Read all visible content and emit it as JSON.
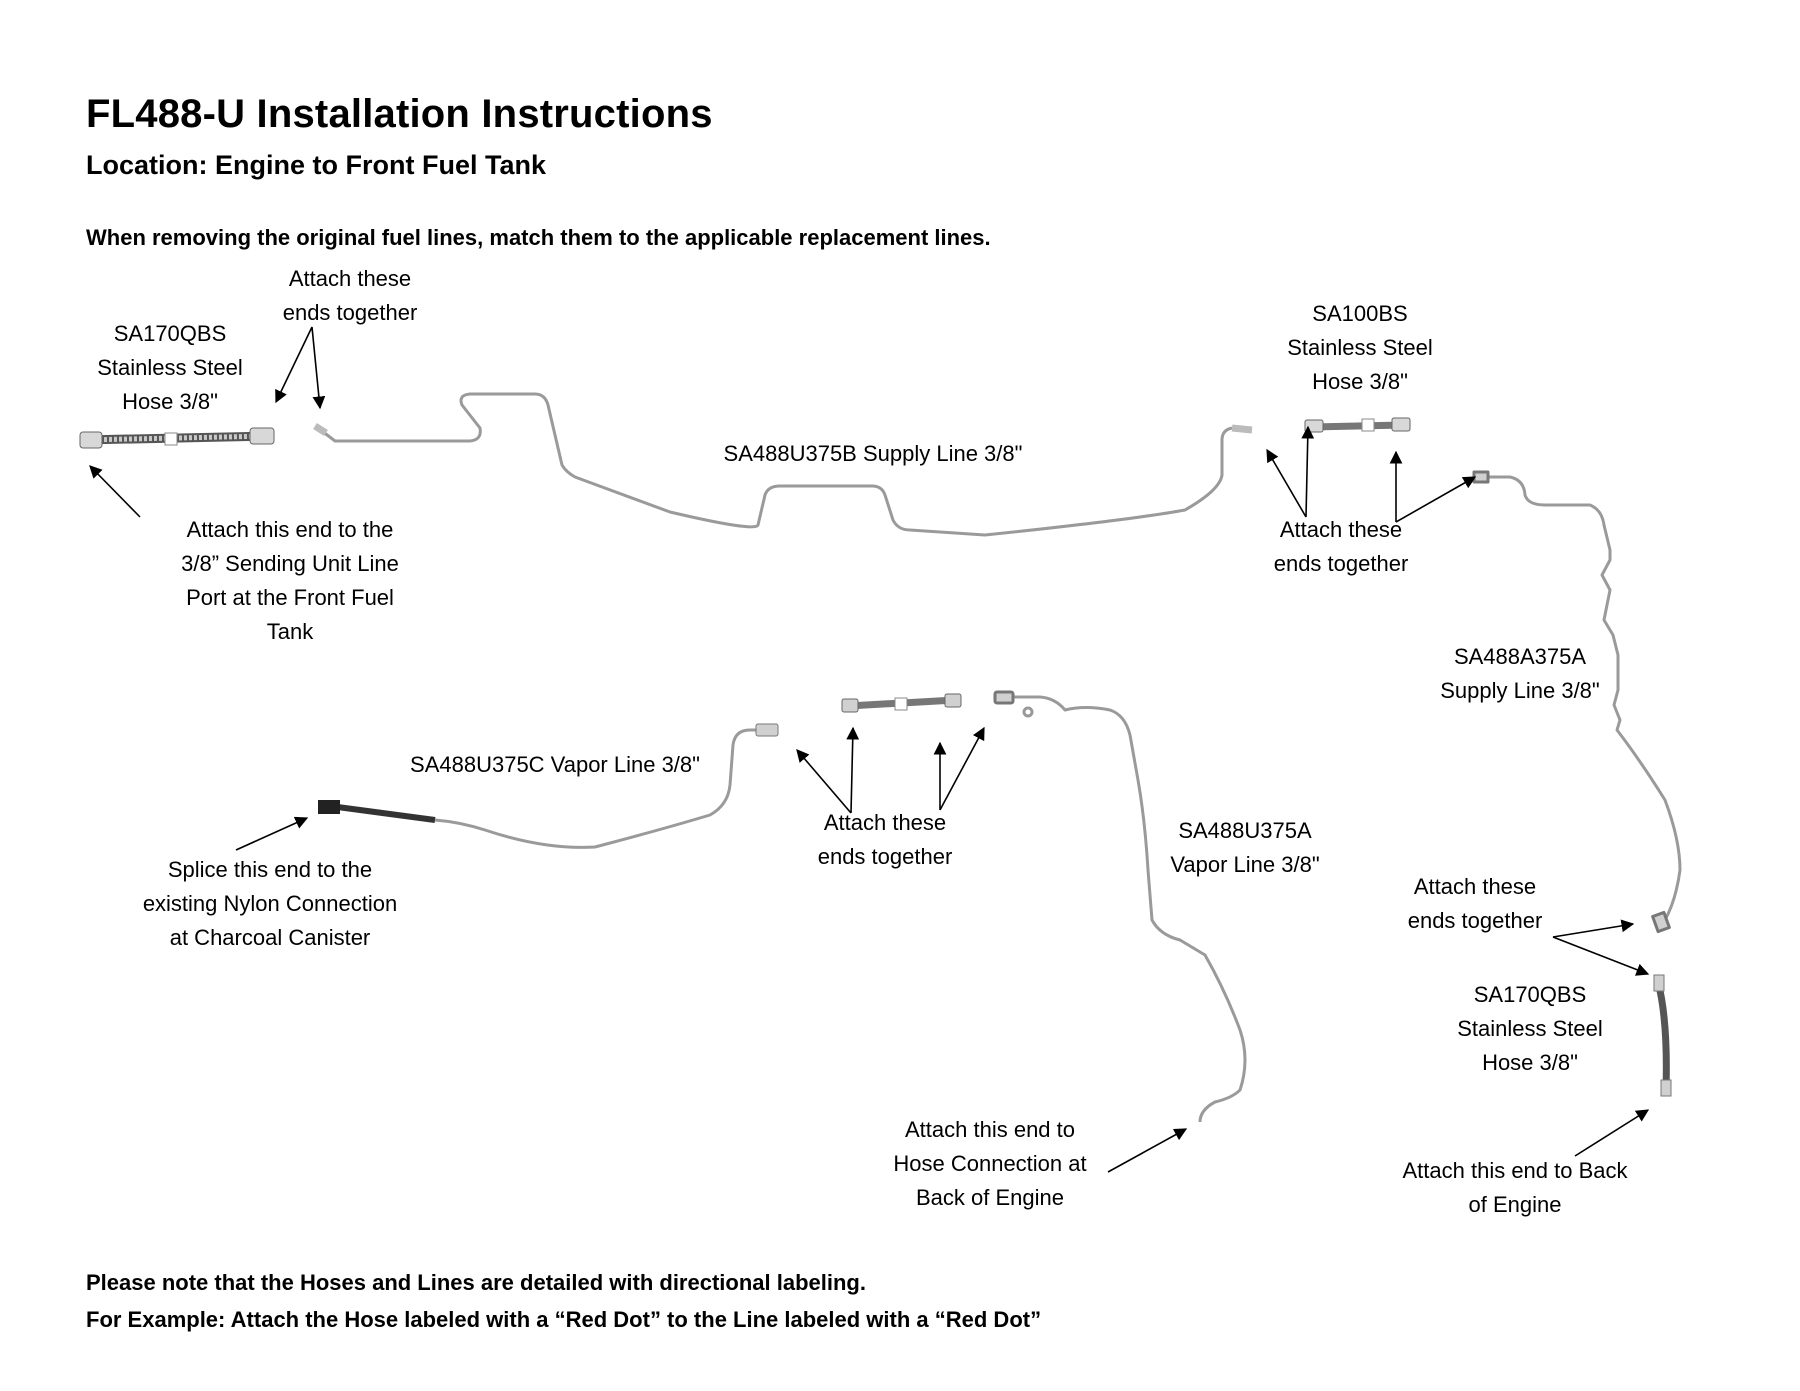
{
  "title": "FL488-U Installation Instructions",
  "subtitle": "Location: Engine to Front Fuel Tank",
  "instruction": "When removing the original fuel lines, match them to the applicable replacement lines.",
  "notes": [
    "Please note that the Hoses and Lines are detailed with directional labeling.",
    "For Example: Attach the Hose labeled with a “Red Dot” to the Line labeled with a “Red Dot”"
  ],
  "labels": {
    "sa170qbs_top": [
      "SA170QBS",
      "Stainless Steel",
      "Hose 3/8\""
    ],
    "attach_together_1": [
      "Attach these",
      "ends together"
    ],
    "sa100bs": [
      "SA100BS",
      "Stainless Steel",
      "Hose 3/8\""
    ],
    "supply_line_b": [
      "SA488U375B Supply Line 3/8\""
    ],
    "attach_sending_unit": [
      "Attach this end to the",
      "3/8” Sending Unit Line",
      "Port at the Front Fuel",
      "Tank"
    ],
    "attach_together_2": [
      "Attach these",
      "ends together"
    ],
    "sa488a375a": [
      "SA488A375A",
      "Supply Line 3/8\""
    ],
    "vapor_line_c": [
      "SA488U375C Vapor Line 3/8\""
    ],
    "attach_together_3": [
      "Attach these",
      "ends together"
    ],
    "sa488u375a": [
      "SA488U375A",
      "Vapor Line 3/8\""
    ],
    "splice_nylon": [
      "Splice this end to the",
      "existing Nylon Connection",
      "at Charcoal Canister"
    ],
    "attach_together_4": [
      "Attach these",
      "ends together"
    ],
    "sa170qbs_bottom": [
      "SA170QBS",
      "Stainless Steel",
      "Hose 3/8\""
    ],
    "attach_hose_engine": [
      "Attach this end to",
      "Hose Connection at",
      "Back of Engine"
    ],
    "attach_back_engine": [
      "Attach this end to Back",
      "of Engine"
    ]
  },
  "colors": {
    "line": "#9a9a9a",
    "hose": "#6f6f6f",
    "fitting": "#b5b5b5"
  }
}
